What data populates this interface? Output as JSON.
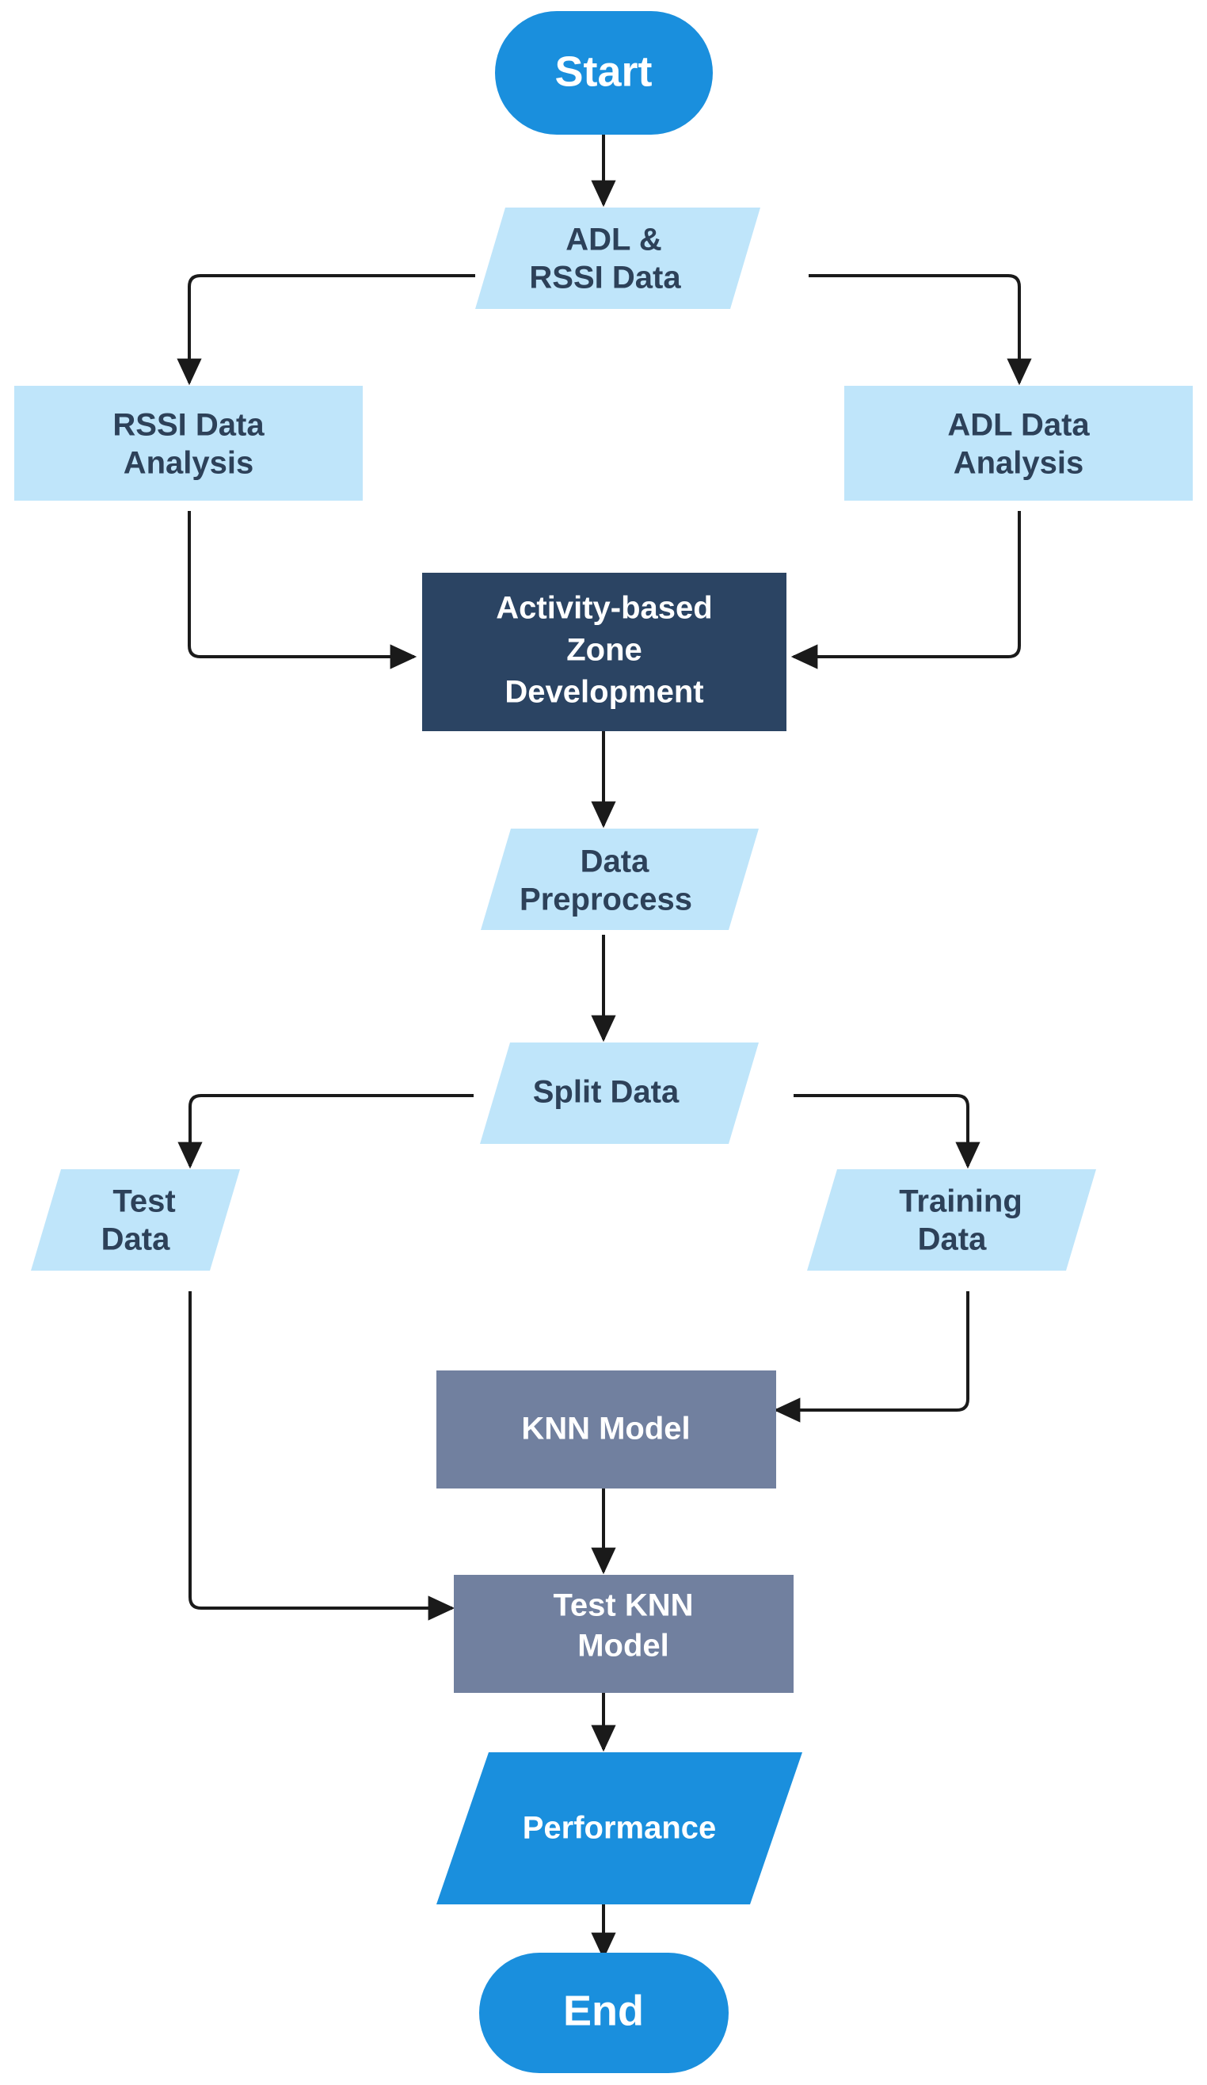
{
  "diagram": {
    "title": "Activity-based Zone Development KNN Workflow Flowchart",
    "type": "flowchart",
    "orientation": "top-to-bottom",
    "background_color": "#ffffff"
  },
  "colors": {
    "terminal_fill": "#1a8fdd",
    "terminal_text": "#ffffff",
    "io_light_fill": "#bfe5fa",
    "io_light_text": "#2d4159",
    "process_dark_fill": "#2b4463",
    "process_dark_text": "#ffffff",
    "process_slate_fill": "#71809f",
    "process_slate_text": "#ffffff",
    "io_accent_fill": "#1a8fdd",
    "io_accent_text": "#ffffff",
    "connector_stroke": "#1a1a1a"
  },
  "nodes": [
    {
      "id": "start",
      "label": "Start",
      "shape": "terminal",
      "fill": "#1a8fdd",
      "text_color": "#ffffff"
    },
    {
      "id": "adl_rssi",
      "label": "ADL &\nRSSI Data",
      "shape": "parallelogram",
      "fill": "#bfe5fa",
      "text_color": "#2d4159"
    },
    {
      "id": "rssi_an",
      "label": "RSSI Data\nAnalysis",
      "shape": "rectangle",
      "fill": "#bfe5fa",
      "text_color": "#2d4159"
    },
    {
      "id": "adl_an",
      "label": "ADL Data\nAnalysis",
      "shape": "rectangle",
      "fill": "#bfe5fa",
      "text_color": "#2d4159"
    },
    {
      "id": "zone_dev",
      "label": "Activity-based\nZone\nDevelopment",
      "shape": "rectangle",
      "fill": "#2b4463",
      "text_color": "#ffffff"
    },
    {
      "id": "preprocess",
      "label": "Data\nPreprocess",
      "shape": "parallelogram",
      "fill": "#bfe5fa",
      "text_color": "#2d4159"
    },
    {
      "id": "split",
      "label": "Split Data",
      "shape": "parallelogram",
      "fill": "#bfe5fa",
      "text_color": "#2d4159"
    },
    {
      "id": "test_data",
      "label": "Test\nData",
      "shape": "parallelogram",
      "fill": "#bfe5fa",
      "text_color": "#2d4159"
    },
    {
      "id": "train_data",
      "label": "Training\nData",
      "shape": "parallelogram",
      "fill": "#bfe5fa",
      "text_color": "#2d4159"
    },
    {
      "id": "knn",
      "label": "KNN Model",
      "shape": "rectangle",
      "fill": "#71809f",
      "text_color": "#ffffff"
    },
    {
      "id": "test_knn",
      "label": "Test KNN\nModel",
      "shape": "rectangle",
      "fill": "#71809f",
      "text_color": "#ffffff"
    },
    {
      "id": "performance",
      "label": "Performance",
      "shape": "parallelogram",
      "fill": "#1a8fdd",
      "text_color": "#ffffff"
    },
    {
      "id": "end",
      "label": "End",
      "shape": "terminal",
      "fill": "#1a8fdd",
      "text_color": "#ffffff"
    }
  ],
  "node_text": {
    "start": "Start",
    "adl_rssi_line1": "ADL &",
    "adl_rssi_line2": "RSSI Data",
    "rssi_an_line1": "RSSI Data",
    "rssi_an_line2": "Analysis",
    "adl_an_line1": "ADL Data",
    "adl_an_line2": "Analysis",
    "zone_dev_line1": "Activity-based",
    "zone_dev_line2": "Zone",
    "zone_dev_line3": "Development",
    "preprocess_line1": "Data",
    "preprocess_line2": "Preprocess",
    "split": "Split Data",
    "test_data_line1": "Test",
    "test_data_line2": "Data",
    "train_data_line1": "Training",
    "train_data_line2": "Data",
    "knn": "KNN Model",
    "test_knn_line1": "Test KNN",
    "test_knn_line2": "Model",
    "performance": "Performance",
    "end": "End"
  },
  "edges": [
    {
      "from": "start",
      "to": "adl_rssi",
      "style": "straight-down",
      "arrow": true
    },
    {
      "from": "adl_rssi",
      "to": "rssi_an",
      "style": "left-elbow",
      "arrow": true
    },
    {
      "from": "adl_rssi",
      "to": "adl_an",
      "style": "right-elbow",
      "arrow": true
    },
    {
      "from": "rssi_an",
      "to": "zone_dev",
      "style": "down-then-right",
      "arrow": true
    },
    {
      "from": "adl_an",
      "to": "zone_dev",
      "style": "down-then-left",
      "arrow": true
    },
    {
      "from": "zone_dev",
      "to": "preprocess",
      "style": "straight-down",
      "arrow": true
    },
    {
      "from": "preprocess",
      "to": "split",
      "style": "straight-down",
      "arrow": true
    },
    {
      "from": "split",
      "to": "test_data",
      "style": "left-elbow",
      "arrow": true
    },
    {
      "from": "split",
      "to": "train_data",
      "style": "right-elbow",
      "arrow": true
    },
    {
      "from": "train_data",
      "to": "knn",
      "style": "down-then-left",
      "arrow": true
    },
    {
      "from": "knn",
      "to": "test_knn",
      "style": "straight-down",
      "arrow": true
    },
    {
      "from": "test_data",
      "to": "test_knn",
      "style": "down-then-right",
      "arrow": true
    },
    {
      "from": "test_knn",
      "to": "performance",
      "style": "straight-down",
      "arrow": true
    },
    {
      "from": "performance",
      "to": "end",
      "style": "straight-down",
      "arrow": true
    }
  ]
}
